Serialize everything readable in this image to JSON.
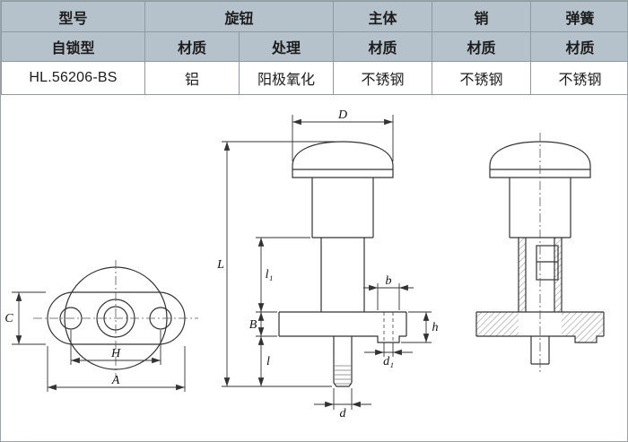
{
  "table": {
    "row1": [
      "型号",
      "旋钮",
      "主体",
      "销",
      "弹簧"
    ],
    "row2": [
      "自锁型",
      "材质",
      "处理",
      "材质",
      "材质",
      "材质"
    ],
    "row3": [
      "HL.56206-BS",
      "铝",
      "阳极氧化",
      "不锈钢",
      "不锈钢",
      "不锈钢"
    ]
  },
  "dims": {
    "D": "D",
    "L": "L",
    "l1": "l₁",
    "B": "B",
    "l": "l",
    "b": "b",
    "d1": "d₁",
    "d": "d",
    "h": "h",
    "C": "C",
    "H": "H",
    "A": "A"
  },
  "colors": {
    "header_bg": "#b6c2cb",
    "model_text": "#16396e",
    "drawing_line": "#333333"
  }
}
